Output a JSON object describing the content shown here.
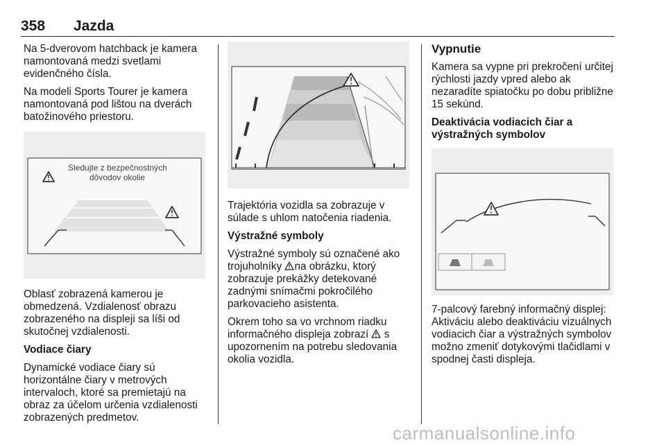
{
  "header": {
    "page_number": "358",
    "section": "Jazda"
  },
  "column1": {
    "p1": "Na 5-dverovom hatchback je kamera namontovaná medzi svetlami evidenčného čísla.",
    "p2": "Na modeli Sports Tourer je kamera namontovaná pod lištou na dverách batožinového priestoru.",
    "figure_text_line1": "Sledujte z bezpečnostných",
    "figure_text_line2": "dôvodov okolie",
    "p3": "Oblasť zobrazená kamerou je obmedzená. Vzdialenosť obrazu zobrazeného na displeji sa líši od skutočnej vzdialenosti.",
    "subhead": "Vodiace čiary",
    "p4": "Dynamické vodiace čiary sú horizontálne čiary v metrových intervaloch, ktoré sa premietajú na obraz za účelom určenia vzdialenosti zobrazených predmetov."
  },
  "column2": {
    "p1": "Trajektória vozidla sa zobrazuje v súlade s uhlom natočenia riadenia.",
    "subhead": "Výstražné symboly",
    "p2_before": "Výstražné symboly sú označené ako trojuholníky ",
    "p2_after": "na obrázku, ktorý zobrazuje prekážky detekované zadnými snímačmi pokročilého parkovacieho asistenta.",
    "p3_before": "Okrem toho sa vo vrchnom riadku informačného displeja zobrazí ",
    "p3_after": " s upozornením na potrebu sledovania okolia vozidla."
  },
  "column3": {
    "heading": "Vypnutie",
    "p1": "Kamera sa vypne pri prekročení určitej rýchlosti jazdy vpred alebo ak nezaradíte spiatočku po dobu približne 15 sekúnd.",
    "subhead": "Deaktivácia vodiacich čiar a výstražných symbolov",
    "p2": "7-palcový farebný informačný displej: Aktiváciu alebo deaktiváciu vizuálnych vodiacich čiar a výstražných symbolov možno zmeniť dotykovými tlačidlami v spodnej časti displeja."
  },
  "footer": {
    "watermark": "carmanualsonline.info"
  },
  "icons": {
    "warning": "warning-triangle-icon"
  }
}
